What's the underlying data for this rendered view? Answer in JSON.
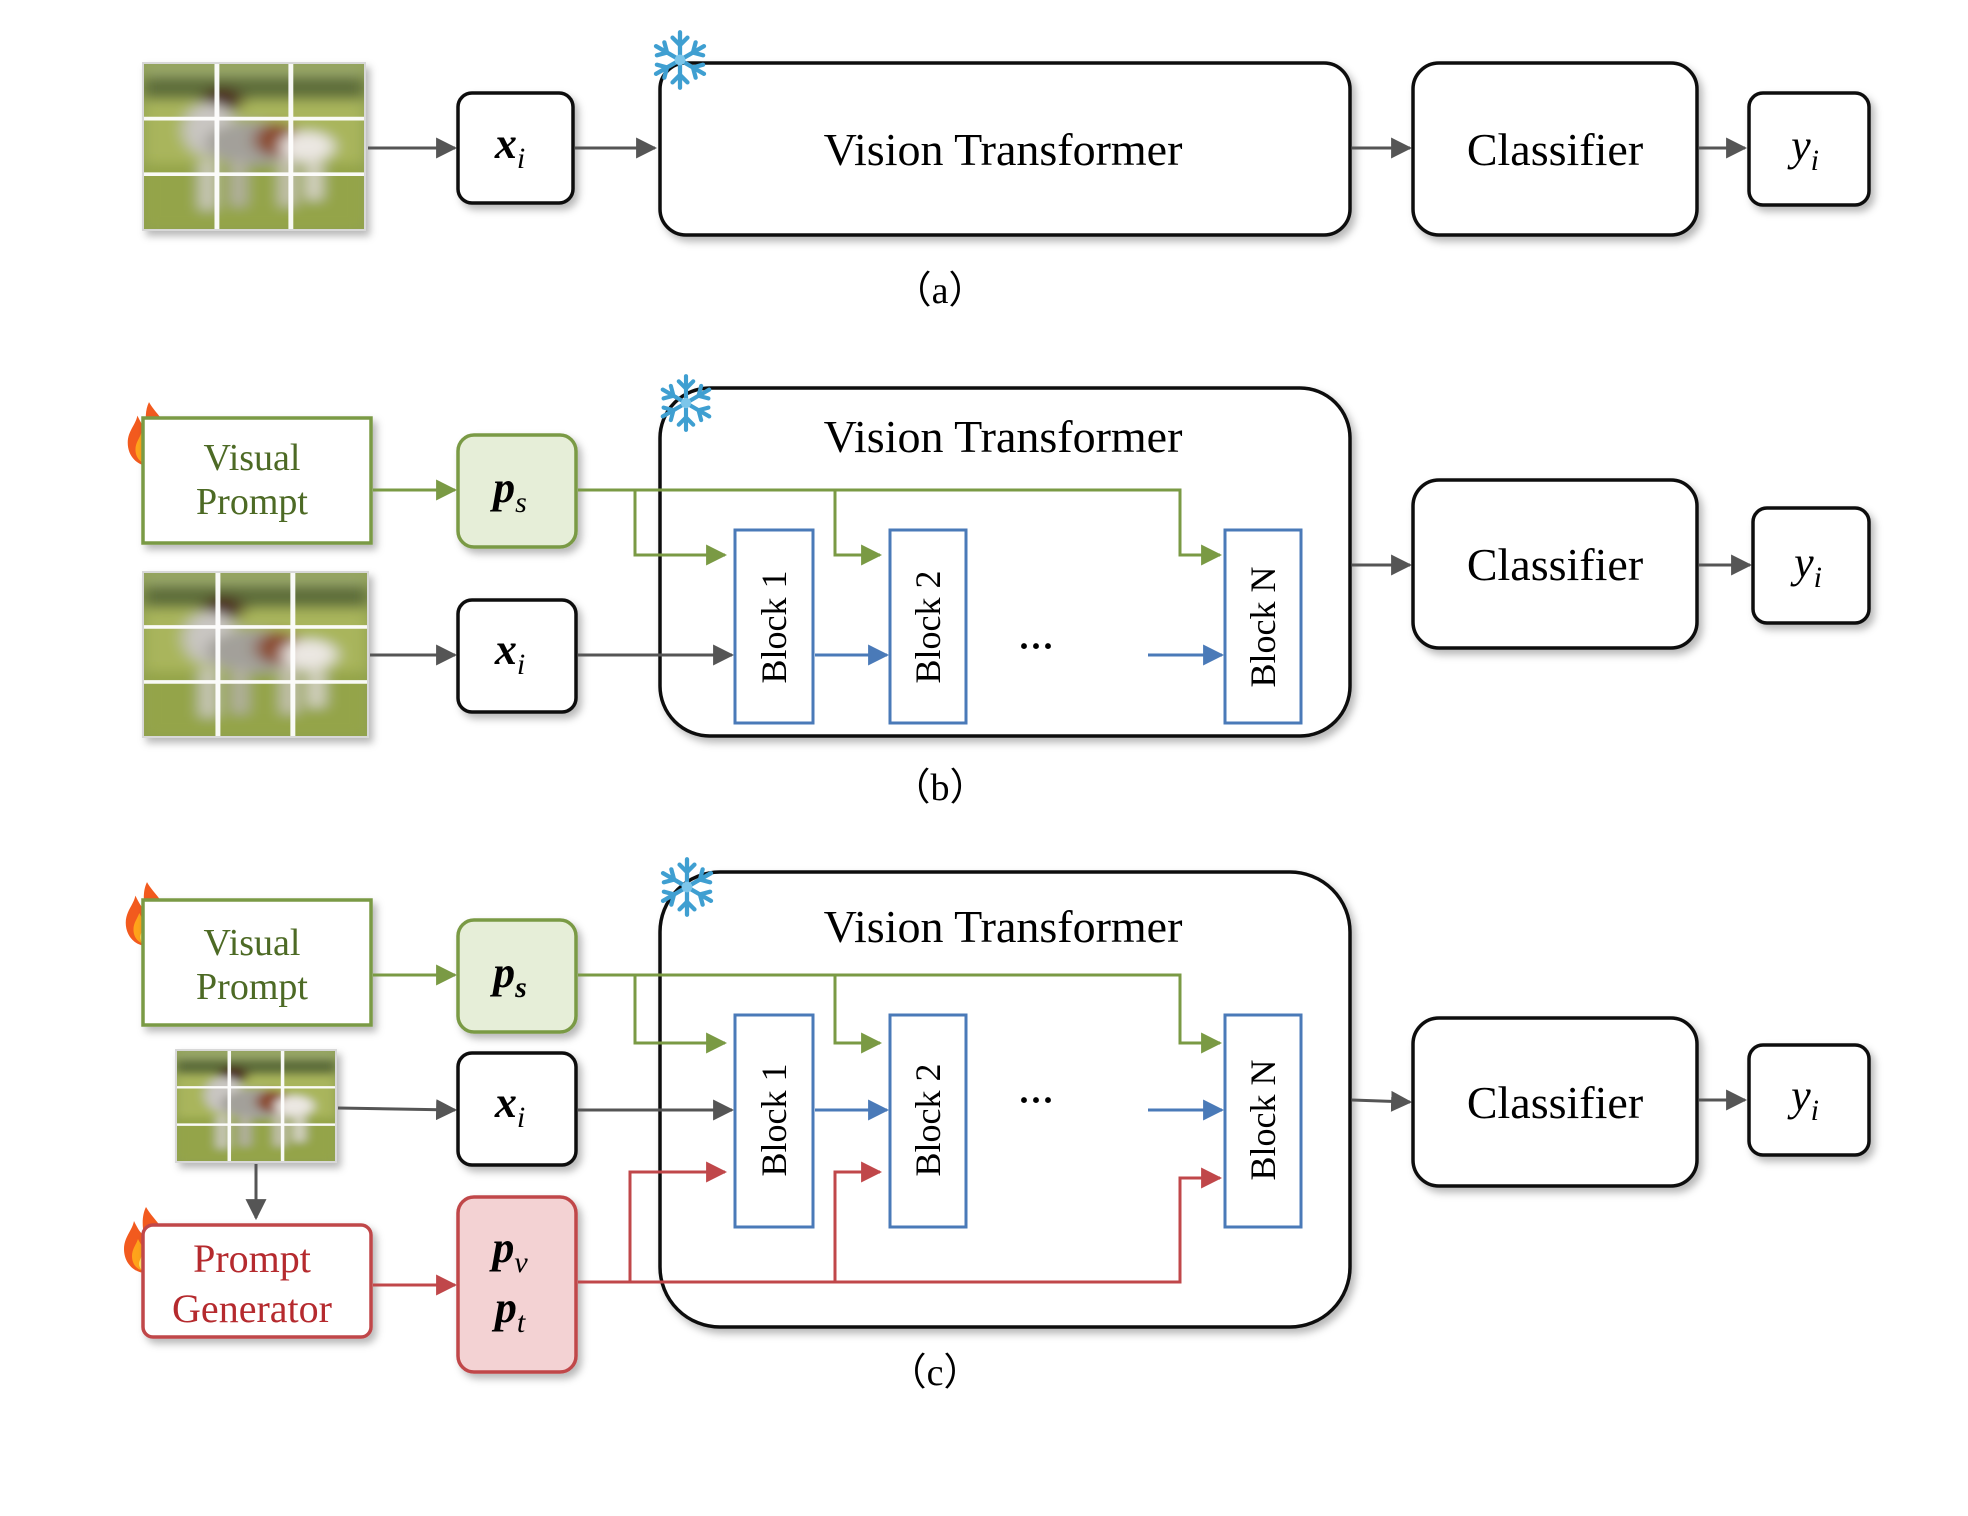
{
  "colors": {
    "dark": "#111111",
    "gray_arrow": "#555555",
    "green": "#7a9a44",
    "green_fill": "#e6eed8",
    "blue": "#4a7ab8",
    "red": "#c0474a",
    "red_fill": "#f3d2d3",
    "snow": "#3f9fd1"
  },
  "icons": {
    "frozen": "snowflake-icon",
    "trainable": "flame-icon",
    "image": "dog-image-patch-grid"
  },
  "panel_a": {
    "input_symbol": "x",
    "input_subscript": "i",
    "vit_label": "Vision Transformer",
    "classifier_label": "Classifier",
    "output_symbol": "y",
    "output_subscript": "i",
    "caption": "（a）"
  },
  "panel_b": {
    "visual_prompt_line1": "Visual",
    "visual_prompt_line2": "Prompt",
    "prompt_symbol": "p",
    "prompt_subscript": "s",
    "input_symbol": "x",
    "input_subscript": "i",
    "vit_label": "Vision Transformer",
    "blocks": [
      "Block 1",
      "Block 2",
      "Block N"
    ],
    "ellipsis": "···",
    "classifier_label": "Classifier",
    "output_symbol": "y",
    "output_subscript": "i",
    "caption": "（b）"
  },
  "panel_c": {
    "visual_prompt_line1": "Visual",
    "visual_prompt_line2": "Prompt",
    "prompt_symbol": "p",
    "prompt_subscript": "s",
    "input_symbol": "x",
    "input_subscript": "i",
    "generator_line1": "Prompt",
    "generator_line2": "Generator",
    "pv_symbol": "p",
    "pv_subscript": "v",
    "pt_symbol": "p",
    "pt_subscript": "t",
    "vit_label": "Vision Transformer",
    "blocks": [
      "Block 1",
      "Block 2",
      "Block N"
    ],
    "ellipsis": "···",
    "classifier_label": "Classifier",
    "output_symbol": "y",
    "output_subscript": "i",
    "caption": "（c）"
  }
}
